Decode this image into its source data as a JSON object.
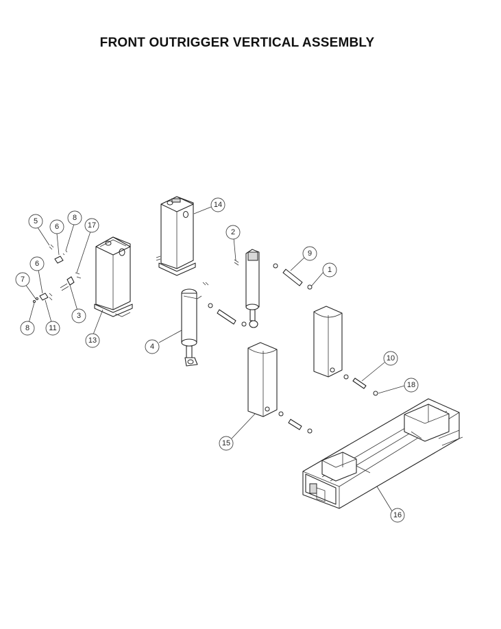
{
  "title": "FRONT OUTRIGGER VERTICAL ASSEMBLY",
  "callouts": [
    {
      "id": "c5",
      "label": "5"
    },
    {
      "id": "c6a",
      "label": "6"
    },
    {
      "id": "c8a",
      "label": "8"
    },
    {
      "id": "c17",
      "label": "17"
    },
    {
      "id": "c6b",
      "label": "6"
    },
    {
      "id": "c7",
      "label": "7"
    },
    {
      "id": "c3",
      "label": "3"
    },
    {
      "id": "c8b",
      "label": "8"
    },
    {
      "id": "c11",
      "label": "11"
    },
    {
      "id": "c13",
      "label": "13"
    },
    {
      "id": "c14",
      "label": "14"
    },
    {
      "id": "c2",
      "label": "2"
    },
    {
      "id": "c9",
      "label": "9"
    },
    {
      "id": "c1",
      "label": "1"
    },
    {
      "id": "c4",
      "label": "4"
    },
    {
      "id": "c10",
      "label": "10"
    },
    {
      "id": "c18",
      "label": "18"
    },
    {
      "id": "c15",
      "label": "15"
    },
    {
      "id": "c16",
      "label": "16"
    }
  ]
}
